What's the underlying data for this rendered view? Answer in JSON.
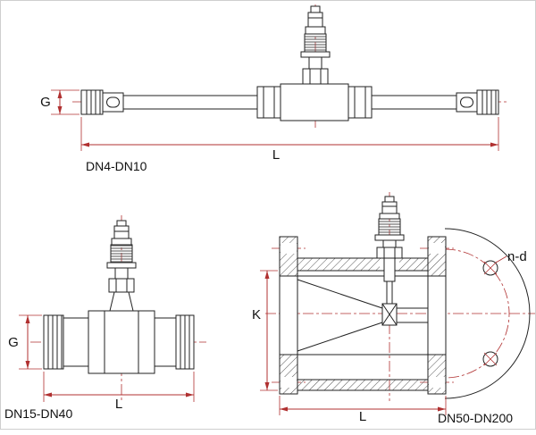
{
  "colors": {
    "dimension_line": "#b03030",
    "drawing_line": "#222222",
    "background": "#ffffff"
  },
  "views": {
    "dn4_dn10": {
      "label": "DN4-DN10",
      "dim_g": "G",
      "dim_l": "L"
    },
    "dn15_dn40": {
      "label": "DN15-DN40",
      "dim_g": "G",
      "dim_l": "L"
    },
    "dn50_dn200": {
      "label": "DN50-DN200",
      "dim_k": "K",
      "dim_l": "L",
      "bolt_holes": "n-d"
    }
  }
}
